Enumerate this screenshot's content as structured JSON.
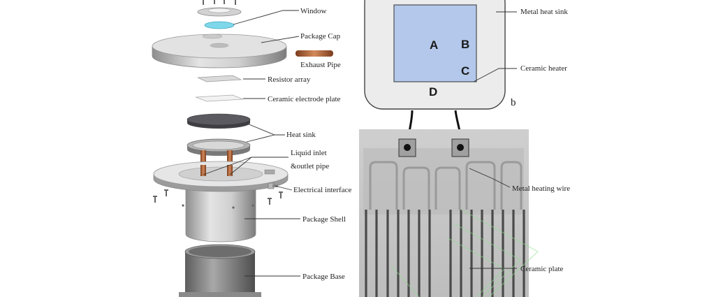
{
  "left_figure": {
    "labels": {
      "window": "Window",
      "package_cap": "Package Cap",
      "exhaust_pipe": "Exhaust Pipe",
      "resistor_array": "Resistor array",
      "ceramic_electrode_plate": "Ceramic electrode plate",
      "heat_sink": "Heat sink",
      "liquid_inlet_line1": "Liquid inlet",
      "liquid_inlet_line2": "&outlet pipe",
      "electrical_interface": "Electrical interface",
      "package_shell": "Package Shell",
      "package_base": "Package Base"
    }
  },
  "right_figure": {
    "panel_letter": "b",
    "regions": {
      "a": "A",
      "b": "B",
      "c": "C",
      "d": "D"
    },
    "labels": {
      "metal_heat_sink": "Metal heat sink",
      "ceramic_heater": "Ceramic heater",
      "metal_heating_wire": "Metal heating wire",
      "ceramic_plate": "Ceramic plate"
    }
  },
  "colors": {
    "metal": "#c9c9c9",
    "dark_metal": "#5a5a60",
    "heater_blue": "#b3c8ea",
    "window_cyan": "#7fd8ea",
    "copper": "#b86a3e",
    "ceramic_plate": "#c4c4c4"
  }
}
